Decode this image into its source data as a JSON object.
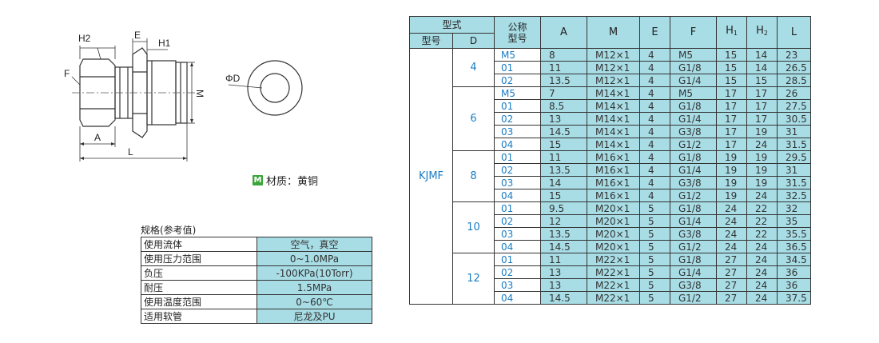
{
  "drawing": {
    "labels": {
      "h2": "H2",
      "e": "E",
      "h1": "H1",
      "f": "F",
      "m": "M",
      "a": "A",
      "l": "L",
      "phi_d": "ΦD"
    }
  },
  "material": {
    "badge": "M",
    "text": "材质：黄铜"
  },
  "spec": {
    "title": "规格(参考值)",
    "rows": [
      {
        "key": "使用流体",
        "value": "空气，真空"
      },
      {
        "key": "使用压力范围",
        "value": "0~1.0MPa"
      },
      {
        "key": "负压",
        "value": "-100KPa(10Torr)"
      },
      {
        "key": "耐压",
        "value": "1.5MPa"
      },
      {
        "key": "使用温度范围",
        "value": "0~60℃"
      },
      {
        "key": "适用软管",
        "value": "尼龙及PU"
      }
    ]
  },
  "table": {
    "headers": {
      "type_group": "型式",
      "model": "型号",
      "d": "D",
      "nominal_1": "公称",
      "nominal_2": "型号",
      "a": "A",
      "m": "M",
      "e": "E",
      "f": "F",
      "h1_main": "H",
      "h1_sub": "1",
      "h2_main": "H",
      "h2_sub": "2",
      "l": "L"
    },
    "model": "KJMF",
    "groups": [
      {
        "d": "4",
        "rows": [
          {
            "code": "M5",
            "a": "8",
            "m": "M12×1",
            "e": "4",
            "f": "M5",
            "h1": "15",
            "h2": "14",
            "l": "23"
          },
          {
            "code": "01",
            "a": "11",
            "m": "M12×1",
            "e": "4",
            "f": "G1/8",
            "h1": "15",
            "h2": "14",
            "l": "26.5"
          },
          {
            "code": "02",
            "a": "13.5",
            "m": "M12×1",
            "e": "4",
            "f": "G1/4",
            "h1": "15",
            "h2": "15",
            "l": "28.5"
          }
        ]
      },
      {
        "d": "6",
        "rows": [
          {
            "code": "M5",
            "a": "7",
            "m": "M14×1",
            "e": "4",
            "f": "M5",
            "h1": "17",
            "h2": "17",
            "l": "26"
          },
          {
            "code": "01",
            "a": "8.5",
            "m": "M14×1",
            "e": "4",
            "f": "G1/8",
            "h1": "17",
            "h2": "17",
            "l": "27.5"
          },
          {
            "code": "02",
            "a": "13",
            "m": "M14×1",
            "e": "4",
            "f": "G1/4",
            "h1": "17",
            "h2": "17",
            "l": "30.5"
          },
          {
            "code": "03",
            "a": "14.5",
            "m": "M14×1",
            "e": "4",
            "f": "G3/8",
            "h1": "17",
            "h2": "19",
            "l": "31"
          },
          {
            "code": "04",
            "a": "15",
            "m": "M14×1",
            "e": "4",
            "f": "G1/2",
            "h1": "17",
            "h2": "24",
            "l": "31.5"
          }
        ]
      },
      {
        "d": "8",
        "rows": [
          {
            "code": "01",
            "a": "11",
            "m": "M16×1",
            "e": "4",
            "f": "G1/8",
            "h1": "19",
            "h2": "19",
            "l": "29.5"
          },
          {
            "code": "02",
            "a": "13.5",
            "m": "M16×1",
            "e": "4",
            "f": "G1/4",
            "h1": "19",
            "h2": "19",
            "l": "31"
          },
          {
            "code": "03",
            "a": "14",
            "m": "M16×1",
            "e": "4",
            "f": "G3/8",
            "h1": "19",
            "h2": "19",
            "l": "31.5"
          },
          {
            "code": "04",
            "a": "15",
            "m": "M16×1",
            "e": "4",
            "f": "G1/2",
            "h1": "19",
            "h2": "24",
            "l": "32.5"
          }
        ]
      },
      {
        "d": "10",
        "rows": [
          {
            "code": "01",
            "a": "9.5",
            "m": "M20×1",
            "e": "5",
            "f": "G1/8",
            "h1": "24",
            "h2": "22",
            "l": "32"
          },
          {
            "code": "02",
            "a": "12",
            "m": "M20×1",
            "e": "5",
            "f": "G1/4",
            "h1": "24",
            "h2": "22",
            "l": "35"
          },
          {
            "code": "03",
            "a": "13.5",
            "m": "M20×1",
            "e": "5",
            "f": "G3/8",
            "h1": "24",
            "h2": "22",
            "l": "35.5"
          },
          {
            "code": "04",
            "a": "14.5",
            "m": "M20×1",
            "e": "5",
            "f": "G1/2",
            "h1": "24",
            "h2": "24",
            "l": "36.5"
          }
        ]
      },
      {
        "d": "12",
        "rows": [
          {
            "code": "01",
            "a": "11",
            "m": "M22×1",
            "e": "5",
            "f": "G1/8",
            "h1": "27",
            "h2": "24",
            "l": "34.5"
          },
          {
            "code": "02",
            "a": "13",
            "m": "M22×1",
            "e": "5",
            "f": "G1/4",
            "h1": "27",
            "h2": "24",
            "l": "36"
          },
          {
            "code": "03",
            "a": "13",
            "m": "M22×1",
            "e": "5",
            "f": "G3/8",
            "h1": "27",
            "h2": "24",
            "l": "36"
          },
          {
            "code": "04",
            "a": "14.5",
            "m": "M22×1",
            "e": "5",
            "f": "G1/2",
            "h1": "27",
            "h2": "24",
            "l": "37.5"
          }
        ]
      }
    ]
  }
}
